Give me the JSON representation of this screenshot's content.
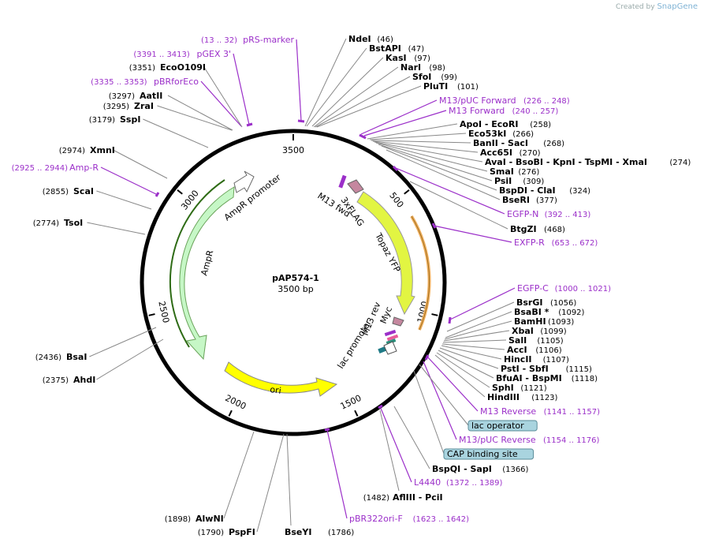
{
  "branding": {
    "created_by": "Created by",
    "product": "SnapGene"
  },
  "plasmid": {
    "name": "pAP574-1",
    "size_label": "3500 bp",
    "length": 3500
  },
  "colors": {
    "primer": "#9b2fc9",
    "backbone": "#000000",
    "ampr": "#c6f7c6",
    "ampr_edge": "#6aa35a",
    "ori": "#ffff00",
    "topaz": "#e2f542",
    "exfp": "#f0b060",
    "badge": "#a9d4df"
  },
  "ticks": [
    {
      "label": "500",
      "pos": 500
    },
    {
      "label": "1000",
      "pos": 1000
    },
    {
      "label": "1500",
      "pos": 1500
    },
    {
      "label": "2000",
      "pos": 2000
    },
    {
      "label": "2500",
      "pos": 2500
    },
    {
      "label": "3000",
      "pos": 3000
    },
    {
      "label": "3500",
      "pos": 3500
    }
  ],
  "features": [
    {
      "label": "AmpR promoter",
      "kind": "promoter"
    },
    {
      "label": "AmpR",
      "kind": "cds"
    },
    {
      "label": "ori",
      "kind": "origin"
    },
    {
      "label": "M13 fwd",
      "kind": "primer"
    },
    {
      "label": "3xFLAG",
      "kind": "tag"
    },
    {
      "label": "Topaz YFP",
      "kind": "cds"
    },
    {
      "label": "M13 rev",
      "kind": "primer"
    },
    {
      "label": "Myc",
      "kind": "tag"
    },
    {
      "label": "lac promoter",
      "kind": "promoter"
    }
  ],
  "sites": [
    {
      "name": "NdeI",
      "pos": "(46)"
    },
    {
      "name": "BstAPI",
      "pos": "(47)"
    },
    {
      "name": "KasI",
      "pos": "(97)"
    },
    {
      "name": "NarI",
      "pos": "(98)"
    },
    {
      "name": "SfoI",
      "pos": "(99)"
    },
    {
      "name": "PluTI",
      "pos": "(101)"
    },
    {
      "name": "ApoI - EcoRI",
      "pos": "(258)"
    },
    {
      "name": "Eco53kI",
      "pos": "(266)"
    },
    {
      "name": "BanII - SacI",
      "pos": "(268)"
    },
    {
      "name": "Acc65I",
      "pos": "(270)"
    },
    {
      "name": "AvaI - BsoBI - KpnI - TspMI - XmaI",
      "pos": "(274)"
    },
    {
      "name": "SmaI",
      "pos": "(276)"
    },
    {
      "name": "PsiI",
      "pos": "(309)"
    },
    {
      "name": "BspDI - ClaI",
      "pos": "(324)"
    },
    {
      "name": "BseRI",
      "pos": "(377)"
    },
    {
      "name": "BtgZI",
      "pos": "(468)"
    },
    {
      "name": "BsrGI",
      "pos": "(1056)"
    },
    {
      "name": "BsaBI *",
      "pos": "(1092)"
    },
    {
      "name": "BamHI",
      "pos": "(1093)"
    },
    {
      "name": "XbaI",
      "pos": "(1099)"
    },
    {
      "name": "SalI",
      "pos": "(1105)"
    },
    {
      "name": "AccI",
      "pos": "(1106)"
    },
    {
      "name": "HincII",
      "pos": "(1107)"
    },
    {
      "name": "PstI - SbfI",
      "pos": "(1115)"
    },
    {
      "name": "BfuAI - BspMI",
      "pos": "(1118)"
    },
    {
      "name": "SphI",
      "pos": "(1121)"
    },
    {
      "name": "HindIII",
      "pos": "(1123)"
    },
    {
      "name": "BspQI - SapI",
      "pos": "(1366)"
    },
    {
      "name": "AflIII - PciI",
      "pos": "(1482)"
    },
    {
      "name": "BseYI",
      "pos": "(1786)"
    },
    {
      "name": "PspFI",
      "pos": "(1790)"
    },
    {
      "name": "AlwNI",
      "pos": "(1898)"
    },
    {
      "name": "AhdI",
      "pos": "(2375)"
    },
    {
      "name": "BsaI",
      "pos": "(2436)"
    },
    {
      "name": "TsoI",
      "pos": "(2774)"
    },
    {
      "name": "ScaI",
      "pos": "(2855)"
    },
    {
      "name": "XmnI",
      "pos": "(2974)"
    },
    {
      "name": "SspI",
      "pos": "(3179)"
    },
    {
      "name": "ZraI",
      "pos": "(3295)"
    },
    {
      "name": "AatII",
      "pos": "(3297)"
    },
    {
      "name": "EcoO109I",
      "pos": "(3351)"
    }
  ],
  "primers": [
    {
      "name": "pRS-marker",
      "range": "(13 .. 32)"
    },
    {
      "name": "pGEX 3'",
      "range": "(3391 .. 3413)"
    },
    {
      "name": "pBRforEco",
      "range": "(3335 .. 3353)"
    },
    {
      "name": "Amp-R",
      "range": "(2925 .. 2944)"
    },
    {
      "name": "M13/pUC Forward",
      "range": "(226 .. 248)"
    },
    {
      "name": "M13 Forward",
      "range": "(240 .. 257)"
    },
    {
      "name": "EGFP-N",
      "range": "(392 .. 413)"
    },
    {
      "name": "EXFP-R",
      "range": "(653 .. 672)"
    },
    {
      "name": "EGFP-C",
      "range": "(1000 .. 1021)"
    },
    {
      "name": "M13 Reverse",
      "range": "(1141 .. 1157)"
    },
    {
      "name": "M13/pUC Reverse",
      "range": "(1154 .. 1176)"
    },
    {
      "name": "L4440",
      "range": "(1372 .. 1389)"
    },
    {
      "name": "pBR322ori-F",
      "range": "(1623 .. 1642)"
    }
  ],
  "badges": [
    {
      "label": "lac operator"
    },
    {
      "label": "CAP binding site"
    }
  ]
}
